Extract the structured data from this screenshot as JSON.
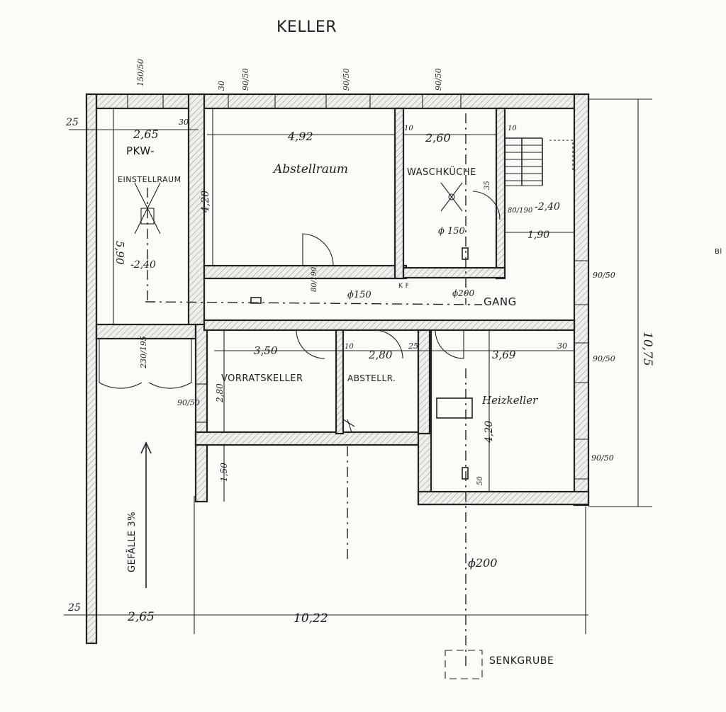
{
  "title": "KELLER",
  "rooms": {
    "pkw": "PKW-",
    "einstellraum": "EINSTELLRAUM",
    "abstellraum": "Abstellraum",
    "waschkueche": "WASCHKÜCHE",
    "gang": "GANG",
    "vorratskeller": "VORRATSKELLER",
    "abstellr": "ABSTELLR.",
    "heizkeller": "Heizkeller",
    "senkgrube": "SENKGRUBE",
    "gefaelle": "GEFÄLLE 3%"
  },
  "dimensions": {
    "d_25_top": "25",
    "d_265_top": "2,65",
    "d_492": "4,92",
    "d_260": "2,60",
    "d_590": "5,90",
    "d_420_a": "4,20",
    "d_240_pkw": "-2,40",
    "d_240_stair": "-2,40",
    "d_80_190_stair": "80/190",
    "d_190": "1,90",
    "d_150_phi": "ϕ 150",
    "d_phi150_gang": "ϕ150",
    "d_phi200_gang": "ϕ200",
    "d_80_190_gang": "80/190",
    "d_350": "3,50",
    "d_280": "2,80",
    "d_369": "3,69",
    "d_230_195": "230/195",
    "d_280_v": "2,80",
    "d_420_b": "4,20",
    "d_150_v": "1,50",
    "d_1075": "10,75",
    "d_25_bottom": "25",
    "d_265_bottom": "2,65",
    "d_1022": "10,22",
    "d_phi200_drain": "ϕ200",
    "w_150_50": "150/50",
    "w_90_50_a": "90/50",
    "w_90_50_b": "90/50",
    "w_90_50_c": "90/50",
    "w_90_50_d": "90/50",
    "w_90_50_e": "90/50",
    "w_90_50_f": "90/50",
    "w_90_50_g": "90/50",
    "n_30_a": "30",
    "n_30_b": "30",
    "n_30_c": "30",
    "n_10_a": "10",
    "n_10_b": "10",
    "n_10_c": "10",
    "n_25": "25",
    "n_35": "35",
    "n_50": "50",
    "n_kf": "K F",
    "n_bl": "Bl"
  }
}
